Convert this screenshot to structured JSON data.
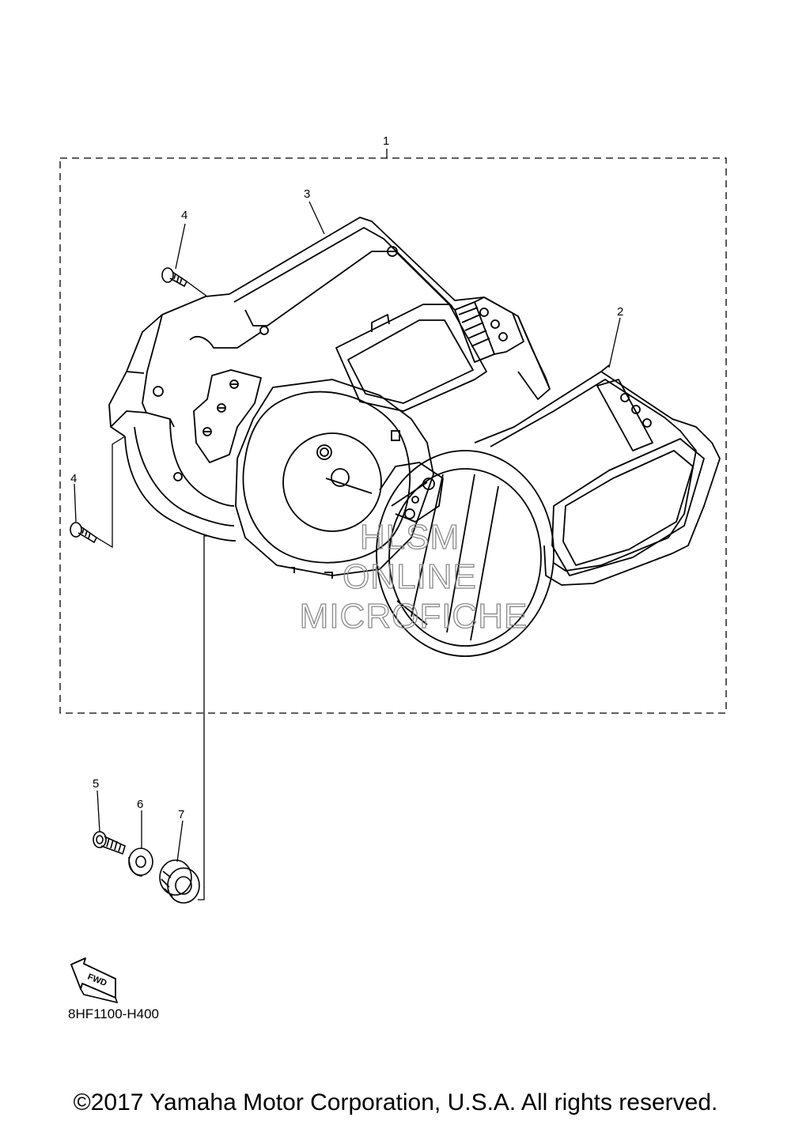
{
  "diagram": {
    "callouts": [
      "1",
      "2",
      "3",
      "4",
      "4",
      "5",
      "6",
      "7"
    ],
    "watermark": [
      "HLSM",
      "ONLINE",
      "MICROFICHE"
    ],
    "direction_marker": "FWD",
    "drawing_code": "8HF1100-H400"
  },
  "footer": {
    "copyright": "©2017 Yamaha Motor Corporation, U.S.A. All rights reserved."
  },
  "colors": {
    "line": "#000000",
    "watermark": "#8a8a8a",
    "background": "#ffffff"
  }
}
